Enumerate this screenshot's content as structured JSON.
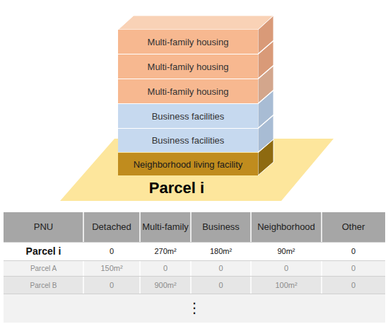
{
  "diagram": {
    "nodes": [
      {
        "text": [
          "Multi-family housing"
        ]
      },
      {
        "text": [
          "Multi-family housing"
        ]
      },
      {
        "text": [
          "Multi-family housing"
        ]
      },
      {
        "text": [
          "Business facilities"
        ]
      },
      {
        "text": [
          "Business facilities"
        ]
      },
      {
        "text": [
          "Neighborhood living facility"
        ]
      },
      {
        "text": [
          "Parcel i"
        ]
      }
    ],
    "labels": [
      "PNU",
      "Detached",
      "Multi-family",
      "Business",
      "Neighborhood",
      "Other",
      "Parcel i",
      "0",
      "270m²",
      "180m²",
      "90m²",
      "0",
      "Parcel A",
      "150m²",
      "0",
      "0",
      "0",
      "0",
      "Parcel B",
      "0",
      "900m²",
      "0",
      "100m²",
      "0",
      "⋮"
    ]
  }
}
